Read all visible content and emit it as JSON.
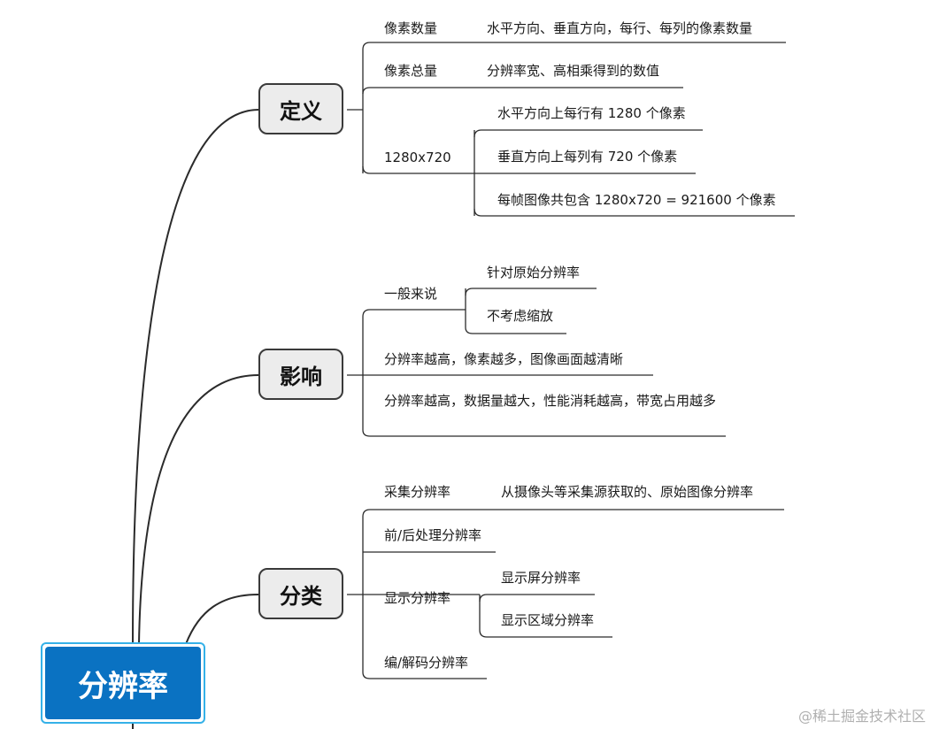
{
  "root": {
    "label": "分辨率"
  },
  "branches": {
    "definition": {
      "label": "定义",
      "items": {
        "pixel_count": {
          "label": "像素数量",
          "desc": "水平方向、垂直方向，每行、每列的像素数量"
        },
        "pixel_total": {
          "label": "像素总量",
          "desc": "分辨率宽、高相乘得到的数值"
        },
        "example": {
          "label": "1280x720",
          "children": [
            "水平方向上每行有 1280 个像素",
            "垂直方向上每列有 720 个像素",
            "每帧图像共包含 1280x720  = 921600 个像素"
          ]
        }
      }
    },
    "impact": {
      "label": "影响",
      "items": {
        "general": {
          "label": "一般来说",
          "children": [
            "针对原始分辨率",
            "不考虑缩放"
          ]
        },
        "clarity": "分辨率越高，像素越多，图像画面越清晰",
        "cost": "分辨率越高，数据量越大，性能消耗越高，带宽占用越多"
      }
    },
    "classification": {
      "label": "分类",
      "items": {
        "capture": {
          "label": "采集分辨率",
          "desc": "从摄像头等采集源获取的、原始图像分辨率"
        },
        "processing": "前/后处理分辨率",
        "display": {
          "label": "显示分辨率",
          "children": [
            "显示屏分辨率",
            "显示区域分辨率"
          ]
        },
        "codec": "编/解码分辨率"
      }
    }
  },
  "watermark": "@稀土掘金技术社区"
}
